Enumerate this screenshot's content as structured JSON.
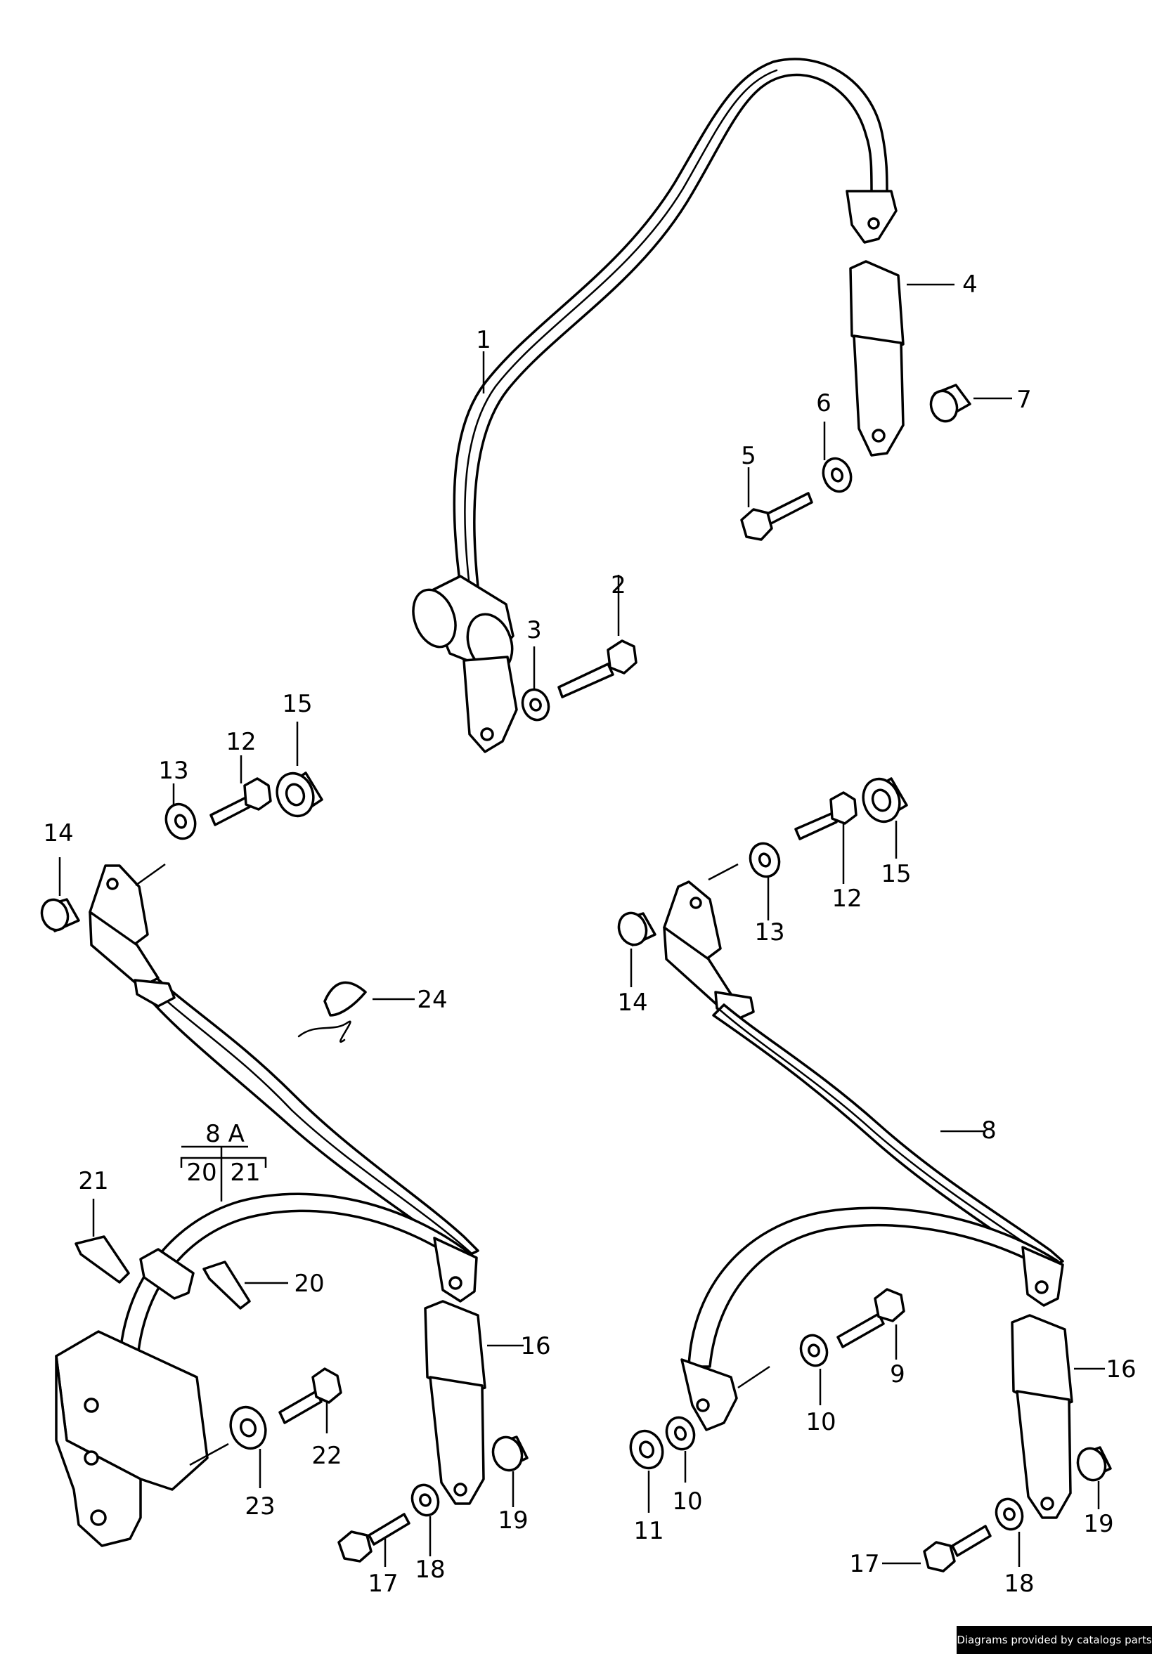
{
  "diagram": {
    "labels": {
      "p1": "1",
      "p2": "2",
      "p3": "3",
      "p4": "4",
      "p5": "5",
      "p6": "6",
      "p7": "7",
      "p8": "8",
      "p8a": "8 A",
      "p8a_20": "20",
      "p8a_21": "21",
      "p9": "9",
      "p10a": "10",
      "p10b": "10",
      "p11": "11",
      "p12a": "12",
      "p12b": "12",
      "p13a": "13",
      "p13b": "13",
      "p14a": "14",
      "p14b": "14",
      "p15a": "15",
      "p15b": "15",
      "p16a": "16",
      "p16b": "16",
      "p17a": "17",
      "p17b": "17",
      "p18a": "18",
      "p18b": "18",
      "p19a": "19",
      "p19b": "19",
      "p20a": "20",
      "p21a": "21",
      "p22": "22",
      "p23": "23",
      "p24": "24"
    }
  },
  "credit": "Diagrams provided by catalogs parts"
}
